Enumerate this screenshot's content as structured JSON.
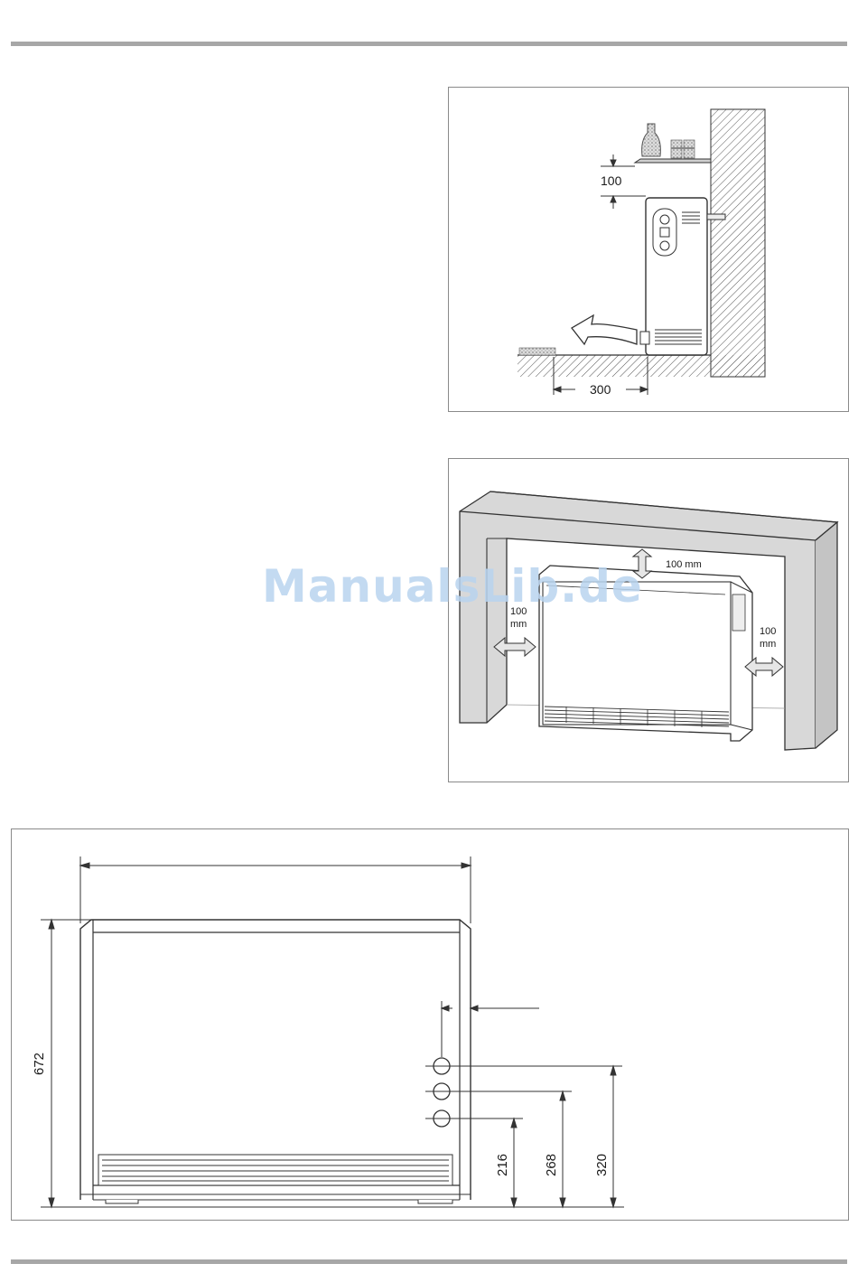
{
  "figure1": {
    "dim_top_clearance": "100",
    "dim_front_clearance": "300"
  },
  "figure2": {
    "top_clearance": "100 mm",
    "left_clearance_value": "100",
    "left_clearance_unit": "mm",
    "right_clearance_value": "100",
    "right_clearance_unit": "mm"
  },
  "figure3": {
    "height": "672",
    "connection_1_height": "216",
    "connection_2_height": "268",
    "connection_3_height": "320"
  },
  "watermark": "ManualsLib.de",
  "colors": {
    "rule": "#a7a7a7",
    "wall_fill": "#d8d8d8",
    "watermark": "#b9d4ef"
  }
}
